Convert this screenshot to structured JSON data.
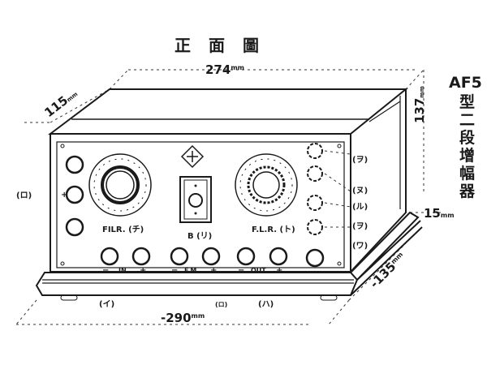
{
  "title": "正面圖",
  "model": {
    "code": "AF5",
    "name": [
      "型",
      "二",
      "段",
      "增",
      "幅",
      "器"
    ]
  },
  "dimensions": {
    "width_top": "274",
    "depth": "115",
    "height": "137",
    "width_base": "-290",
    "base_depth": "-135",
    "base_height": "15",
    "unit": "mm"
  },
  "panel": {
    "dial_left_label": "FILR. (チ)",
    "dial_right_label": "F.L.R. (ト)",
    "switch_label": "B (リ)",
    "in_label": "IN.",
    "fm_label": "F.M.",
    "out_label": "OUT",
    "minus": "−",
    "plus": "+"
  },
  "callouts": {
    "left": "(ロ)",
    "bottom": [
      "(イ)",
      "(ロ)",
      "(ハ)"
    ],
    "right": [
      "(ヲ)",
      "(ヌ)",
      "(ル)",
      "(ヲ)",
      "(ワ)"
    ]
  }
}
